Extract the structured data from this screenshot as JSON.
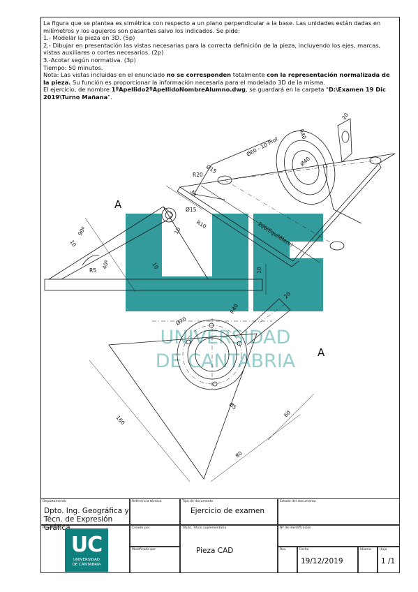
{
  "statement": {
    "line1": "La figura que se plantea es simétrica con respecto a un plano perpendicular a la base. Las unidades están dadas en milímetros y los agujeros son pasantes salvo los indicados. Se pide:",
    "item1": "1.- Modelar la pieza en 3D. (5p)",
    "item2": "2.- Dibujar en presentación las vistas necesarias para la correcta definición de la pieza, incluyendo los ejes, marcas, vistas auxiliares o cortes necesarios. (2p)",
    "item3": "3.-Acotar según normativa. (3p)",
    "time": "Tiempo: 50 minutos.",
    "note_a": "Nota: Las vistas incluidas en el enunciado ",
    "note_b": "no se corresponden",
    "note_c": " totalmente ",
    "note_d": "con la representación normalizada de la pieza.",
    "note_e": " Su función es proporcionar la información necesaria para el modelado 3D de la misma.",
    "file_a": "El ejercicio, de nombre ",
    "file_b": "1ºApellido2ºApellidoNombreAlumno.dwg",
    "file_c": ", se guardará en la carpeta \"",
    "file_d": "D:\\Examen 19 Dic 2019\\Turno Mañana",
    "file_e": "\"."
  },
  "drawing": {
    "view_label_a1": "A",
    "view_label_a2": "A",
    "watermark_top": "UNIVERSIDAD",
    "watermark_bottom": "DE CANTABRIA",
    "dims_iso": {
      "d60": "Ø60 - 10 Prof.",
      "r40": "R40",
      "d20": "20",
      "d15": "Ø15",
      "d40": "Ø40",
      "r20": "R20",
      "equil": "200(Equilátero)"
    },
    "dims_side": {
      "d30": "30",
      "phi15": "Ø15",
      "r10": "R10",
      "d10a": "10",
      "d10b": "10",
      "a90": "90º",
      "a40": "40º",
      "r5": "R5",
      "d10c": "10",
      "d10v": "10"
    },
    "dims_top": {
      "phi70": "Ø70",
      "r40": "R40",
      "d20": "20",
      "phi5": "Ø5",
      "d160": "160",
      "d60": "60",
      "d80": "80"
    }
  },
  "titleblock": {
    "dept_cap": "Departamento",
    "dept_val1": "Dpto. Ing. Geográfica y",
    "dept_val2": "Técn. de Expresión Gráfica",
    "ref_cap": "Referencia técnica",
    "doctype_cap": "Tipo de documento",
    "doctype_val": "Ejercicio de examen",
    "state_cap": "Estado del documento",
    "owner_cap": "Propietario",
    "created_cap": "Creado por",
    "title_cap": "Título, Título suplementario",
    "title_val": "Pieza CAD",
    "id_cap": "Nº de identificación",
    "modified_cap": "Modificado por",
    "rev_cap": "Rev.",
    "date_cap": "Fecha",
    "date_val": "19/12/2019",
    "lang_cap": "Idioma",
    "sheet_cap": "Hoja",
    "sheet_val": "1 /1",
    "logo_text": "UC",
    "logo_sub1": "UNIVERSIDAD",
    "logo_sub2": "DE CANTABRIA"
  },
  "colors": {
    "watermark": "#0f8a8a",
    "logo": "#10807f",
    "line": "#1a1a1a"
  }
}
